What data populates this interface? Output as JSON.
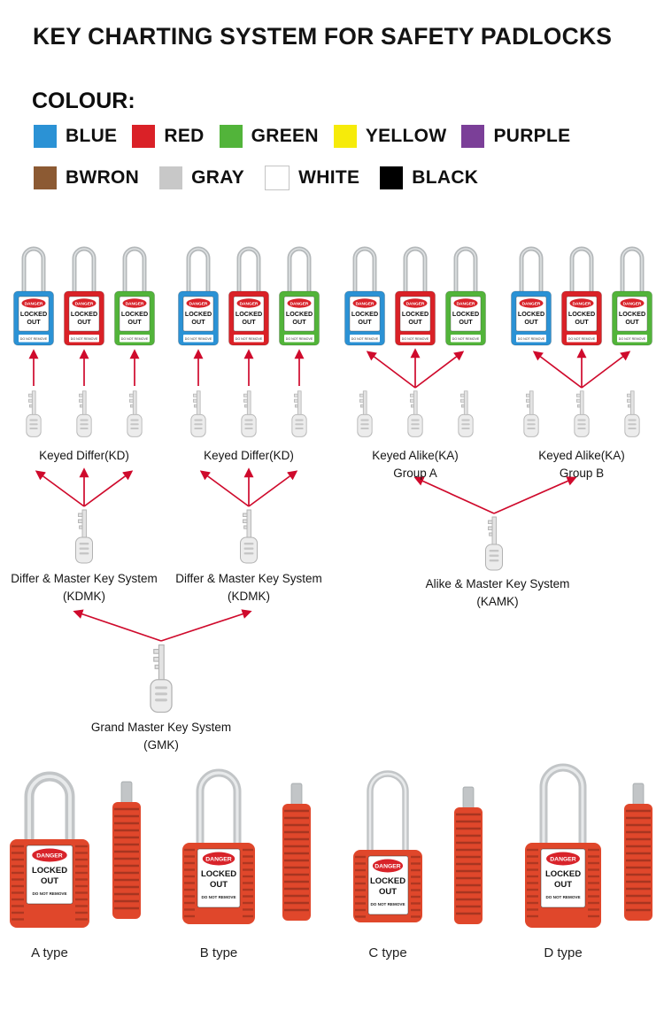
{
  "title": "KEY CHARTING SYSTEM FOR SAFETY PADLOCKS",
  "colour": {
    "heading": "COLOUR:",
    "row_split": 5,
    "swatches": [
      {
        "label": "BLUE",
        "hex": "#2b92d5"
      },
      {
        "label": "RED",
        "hex": "#da2127"
      },
      {
        "label": "GREEN",
        "hex": "#52b43a"
      },
      {
        "label": "YELLOW",
        "hex": "#f6eb0a"
      },
      {
        "label": "PURPLE",
        "hex": "#7b3f98"
      },
      {
        "label": "BWRON",
        "hex": "#8c5a33"
      },
      {
        "label": "GRAY",
        "hex": "#c8c8c8"
      },
      {
        "label": "WHITE",
        "hex": "#ffffff"
      },
      {
        "label": "BLACK",
        "hex": "#000000"
      }
    ]
  },
  "padlock_text": {
    "danger": "DANGER",
    "locked": "LOCKED",
    "out": "OUT",
    "do_not_remove": "DO NOT REMOVE"
  },
  "diagram": {
    "lock_colors": [
      "#2b92d5",
      "#da2127",
      "#52b43a"
    ],
    "arrow_color": "#cf0a2c",
    "key_color": "#e3e3e3",
    "groups": [
      {
        "label": "Keyed Differ(KD)",
        "sub": ""
      },
      {
        "label": "Keyed Differ(KD)",
        "sub": ""
      },
      {
        "label": "Keyed Alike(KA)",
        "sub": "Group A"
      },
      {
        "label": "Keyed Alike(KA)",
        "sub": "Group B"
      }
    ],
    "masters": [
      {
        "line1": "Differ & Master Key System",
        "line2": "(KDMK)"
      },
      {
        "line1": "Differ & Master Key System",
        "line2": "(KDMK)"
      },
      {
        "line1": "Alike & Master Key System",
        "line2": "(KAMK)"
      }
    ],
    "grand": {
      "line1": "Grand Master Key System",
      "line2": "(GMK)"
    }
  },
  "types": {
    "body_color": "#e0472b",
    "labels": [
      "A type",
      "B type",
      "C type",
      "D type"
    ]
  }
}
